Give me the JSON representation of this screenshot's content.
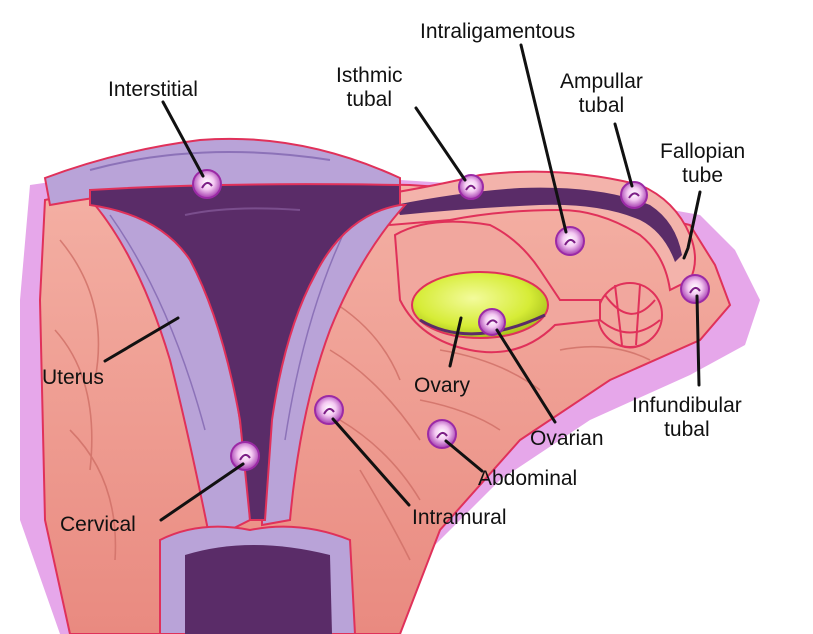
{
  "labels": {
    "interstitial": "Interstitial",
    "isthmic_1": "Isthmic",
    "isthmic_2": "tubal",
    "intraligamentous": "Intraligamentous",
    "ampullar_1": "Ampullar",
    "ampullar_2": "tubal",
    "fallopian_1": "Fallopian",
    "fallopian_2": "tube",
    "uterus": "Uterus",
    "ovary": "Ovary",
    "infundibular_1": "Infundibular",
    "infundibular_2": "tubal",
    "ovarian": "Ovarian",
    "abdominal": "Abdominal",
    "cervical": "Cervical",
    "intramural": "Intramural"
  },
  "colors": {
    "tissue": "#ef9c92",
    "tissue_dark": "#d9786f",
    "cavity": "#5a2c68",
    "uterine_wall": "#b9a3d8",
    "outline": "#e0315a",
    "ovary": "#d7ee3a",
    "embryo_ring": "#9b2aa6",
    "pink_margin": "#e6a7ea"
  }
}
